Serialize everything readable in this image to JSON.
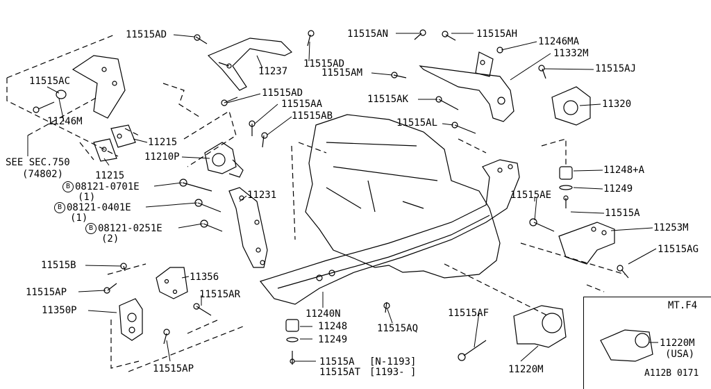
{
  "labels": {
    "p11515AD_a": "11515AD",
    "p11237": "11237",
    "p11515AD_b": "11515AD",
    "p11515AN": "11515AN",
    "p11515AH": "11515AH",
    "p11246MA": "11246MA",
    "p11332M": "11332M",
    "p11515AM": "11515AM",
    "p11515AJ": "11515AJ",
    "p11515AC": "11515AC",
    "p11515AD_c": "11515AD",
    "p11515AA": "11515AA",
    "p11515AB": "11515AB",
    "p11515AK": "11515AK",
    "p11320": "11320",
    "p11246M": "11246M",
    "p11515AL": "11515AL",
    "p11215_a": "11215",
    "p11210P": "11210P",
    "see_sec": "SEE SEC.750",
    "see_sec_num": "(74802)",
    "p11215_b": "11215",
    "p11248A": "11248+A",
    "bolt1": "08121-0701E",
    "bolt1_qty": "(1)",
    "p11231": "11231",
    "p11249_a": "11249",
    "p11515AE": "11515AE",
    "bolt2": "08121-0401E",
    "bolt2_qty": "(1)",
    "p11515A_a": "11515A",
    "bolt3": "08121-0251E",
    "bolt3_qty": "(2)",
    "p11253M": "11253M",
    "p11515AG": "11515AG",
    "p11515B": "11515B",
    "p11356": "11356",
    "p11515AP_a": "11515AP",
    "p11515AR": "11515AR",
    "p11350P": "11350P",
    "p11240N": "11240N",
    "p11248": "11248",
    "p11515AQ": "11515AQ",
    "p11515AF": "11515AF",
    "p11249_b": "11249",
    "mt_f4": "MT.F4",
    "p11515AP_b": "11515AP",
    "p11515A_b": "11515A",
    "p11515A_b_range": "[N-1193]",
    "p11515AT": "11515AT",
    "p11515AT_range": "[1193-   ]",
    "p11220M_a": "11220M",
    "p11220M_b": "11220M",
    "usa": "(USA)",
    "fig_code": "A112B 0171",
    "circle_b": "B"
  }
}
